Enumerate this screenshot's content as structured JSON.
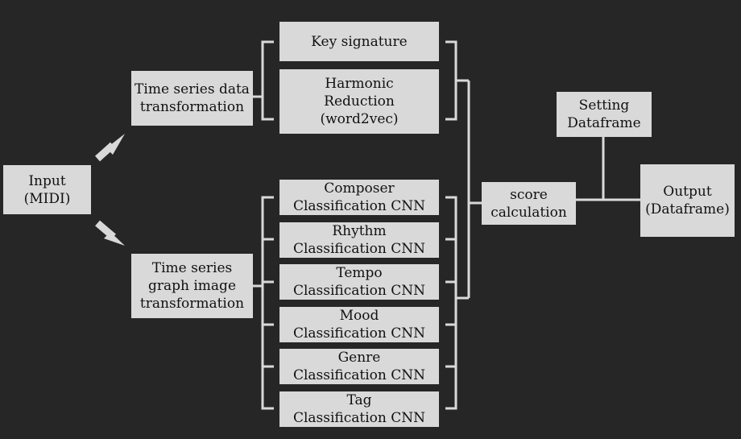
{
  "diagram": {
    "colors": {
      "background": "#262626",
      "box": "#d9d9d9",
      "line": "#d9d9d9",
      "text": "#111111"
    },
    "nodes": {
      "input": "Input\n(MIDI)",
      "ts_data": "Time series data\ntransformation",
      "ts_graph": "Time series\ngraph image\ntransformation",
      "key_signature": "Key signature",
      "harmonic": "Harmonic\nReduction\n(word2vec)",
      "composer": "Composer\nClassification CNN",
      "rhythm": "Rhythm\nClassification CNN",
      "tempo": "Tempo\nClassification CNN",
      "mood": "Mood\nClassification CNN",
      "genre": "Genre\nClassification CNN",
      "tag": "Tag\nClassification CNN",
      "score": "score\ncalculation",
      "setting": "Setting\nDataframe",
      "output": "Output\n(Dataframe)"
    }
  }
}
